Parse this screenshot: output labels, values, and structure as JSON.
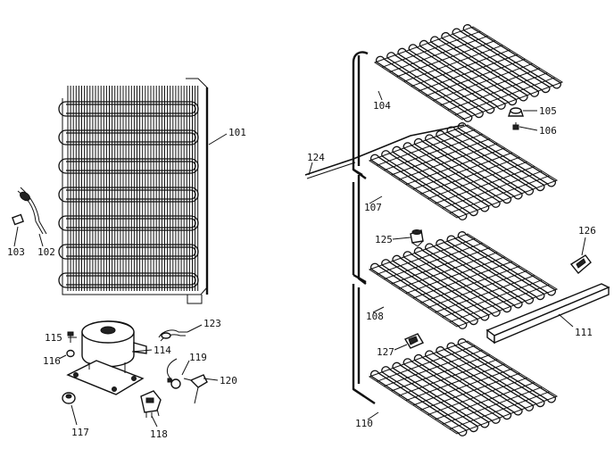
{
  "labels": {
    "p101": "101",
    "p102": "102",
    "p103": "103",
    "p104": "104",
    "p105": "105",
    "p106": "106",
    "p107": "107",
    "p108": "108",
    "p110": "110",
    "p111": "111",
    "p114": "114",
    "p115": "115",
    "p116": "116",
    "p117": "117",
    "p118": "118",
    "p119": "119",
    "p120": "120",
    "p123": "123",
    "p124": "124",
    "p125": "125",
    "p126": "126",
    "p127": "127"
  }
}
